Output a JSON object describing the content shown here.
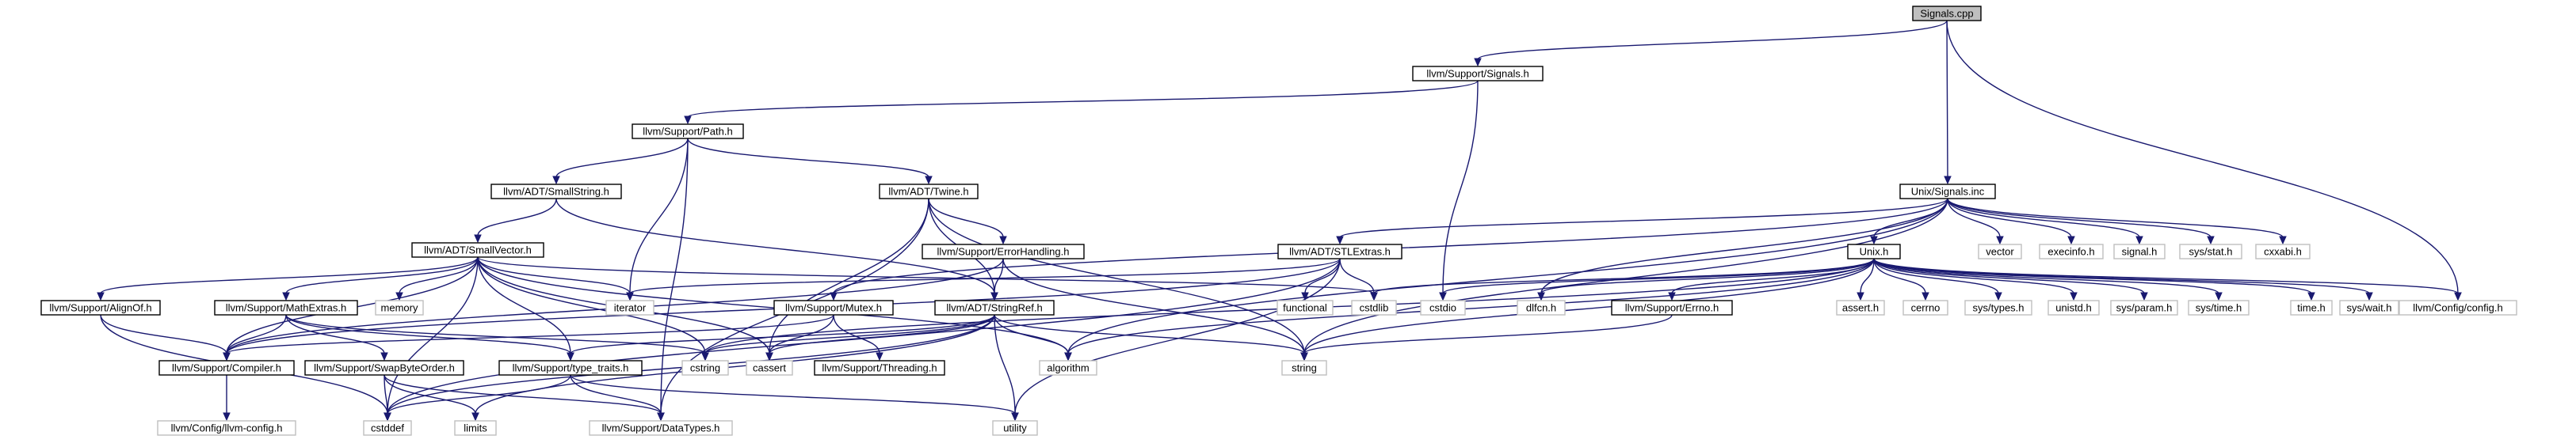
{
  "graph": {
    "root": "Signals.cpp",
    "colors": {
      "edge": "#191970",
      "box_border": "#000000",
      "box_fill": "#ffffff",
      "root_fill": "#bfbfbf",
      "external_border": "#bfbfbf",
      "label": "#000000"
    },
    "nodes": [
      {
        "id": "signals_cpp",
        "label": "Signals.cpp",
        "kind": "root"
      },
      {
        "id": "support_signals_h",
        "label": "llvm/Support/Signals.h",
        "kind": "local"
      },
      {
        "id": "support_path_h",
        "label": "llvm/Support/Path.h",
        "kind": "local"
      },
      {
        "id": "smallstring_h",
        "label": "llvm/ADT/SmallString.h",
        "kind": "local"
      },
      {
        "id": "twine_h",
        "label": "llvm/ADT/Twine.h",
        "kind": "local"
      },
      {
        "id": "smallvector_h",
        "label": "llvm/ADT/SmallVector.h",
        "kind": "local"
      },
      {
        "id": "errorhandling_h",
        "label": "llvm/Support/ErrorHandling.h",
        "kind": "local"
      },
      {
        "id": "unix_signals_inc",
        "label": "Unix/Signals.inc",
        "kind": "local"
      },
      {
        "id": "stlextras_h",
        "label": "llvm/ADT/STLExtras.h",
        "kind": "local"
      },
      {
        "id": "unix_h",
        "label": "Unix.h",
        "kind": "local"
      },
      {
        "id": "alignof_h",
        "label": "llvm/Support/AlignOf.h",
        "kind": "local"
      },
      {
        "id": "mathextras_h",
        "label": "llvm/Support/MathExtras.h",
        "kind": "local"
      },
      {
        "id": "memory",
        "label": "memory",
        "kind": "external"
      },
      {
        "id": "iterator",
        "label": "iterator",
        "kind": "external"
      },
      {
        "id": "mutex_h",
        "label": "llvm/Support/Mutex.h",
        "kind": "local"
      },
      {
        "id": "stringref_h",
        "label": "llvm/ADT/StringRef.h",
        "kind": "local"
      },
      {
        "id": "functional",
        "label": "functional",
        "kind": "external"
      },
      {
        "id": "cstdlib",
        "label": "cstdlib",
        "kind": "external"
      },
      {
        "id": "cstdio",
        "label": "cstdio",
        "kind": "external"
      },
      {
        "id": "dlfcn_h",
        "label": "dlfcn.h",
        "kind": "external"
      },
      {
        "id": "errno_h",
        "label": "llvm/Support/Errno.h",
        "kind": "local"
      },
      {
        "id": "assert_h",
        "label": "assert.h",
        "kind": "external"
      },
      {
        "id": "cerrno",
        "label": "cerrno",
        "kind": "external"
      },
      {
        "id": "sys_types_h",
        "label": "sys/types.h",
        "kind": "external"
      },
      {
        "id": "unistd_h",
        "label": "unistd.h",
        "kind": "external"
      },
      {
        "id": "sys_param_h",
        "label": "sys/param.h",
        "kind": "external"
      },
      {
        "id": "sys_time_h",
        "label": "sys/time.h",
        "kind": "external"
      },
      {
        "id": "time_h",
        "label": "time.h",
        "kind": "external"
      },
      {
        "id": "sys_wait_h",
        "label": "sys/wait.h",
        "kind": "external"
      },
      {
        "id": "llvm_config_config_h",
        "label": "llvm/Config/config.h",
        "kind": "external"
      },
      {
        "id": "vector",
        "label": "vector",
        "kind": "external"
      },
      {
        "id": "execinfo_h",
        "label": "execinfo.h",
        "kind": "external"
      },
      {
        "id": "signal_h",
        "label": "signal.h",
        "kind": "external"
      },
      {
        "id": "sys_stat_h",
        "label": "sys/stat.h",
        "kind": "external"
      },
      {
        "id": "cxxabi_h",
        "label": "cxxabi.h",
        "kind": "external"
      },
      {
        "id": "compiler_h",
        "label": "llvm/Support/Compiler.h",
        "kind": "local"
      },
      {
        "id": "swapbyteorder_h",
        "label": "llvm/Support/SwapByteOrder.h",
        "kind": "local"
      },
      {
        "id": "type_traits_h",
        "label": "llvm/Support/type_traits.h",
        "kind": "local"
      },
      {
        "id": "cstring",
        "label": "cstring",
        "kind": "external"
      },
      {
        "id": "cassert",
        "label": "cassert",
        "kind": "external"
      },
      {
        "id": "threading_h",
        "label": "llvm/Support/Threading.h",
        "kind": "local"
      },
      {
        "id": "algorithm",
        "label": "algorithm",
        "kind": "external"
      },
      {
        "id": "string",
        "label": "string",
        "kind": "external"
      },
      {
        "id": "llvm_config_h",
        "label": "llvm/Config/llvm-config.h",
        "kind": "external"
      },
      {
        "id": "cstddef",
        "label": "cstddef",
        "kind": "external"
      },
      {
        "id": "limits",
        "label": "limits",
        "kind": "external"
      },
      {
        "id": "datatypes_h",
        "label": "llvm/Support/DataTypes.h",
        "kind": "external"
      },
      {
        "id": "utility",
        "label": "utility",
        "kind": "external"
      }
    ],
    "edges": [
      [
        "signals_cpp",
        "support_signals_h"
      ],
      [
        "signals_cpp",
        "unix_signals_inc"
      ],
      [
        "signals_cpp",
        "llvm_config_config_h"
      ],
      [
        "support_signals_h",
        "support_path_h"
      ],
      [
        "support_signals_h",
        "cstdio"
      ],
      [
        "support_path_h",
        "smallstring_h"
      ],
      [
        "support_path_h",
        "twine_h"
      ],
      [
        "support_path_h",
        "iterator"
      ],
      [
        "support_path_h",
        "datatypes_h"
      ],
      [
        "smallstring_h",
        "smallvector_h"
      ],
      [
        "smallstring_h",
        "stringref_h"
      ],
      [
        "twine_h",
        "errorhandling_h"
      ],
      [
        "twine_h",
        "stringref_h"
      ],
      [
        "twine_h",
        "cassert"
      ],
      [
        "twine_h",
        "string"
      ],
      [
        "twine_h",
        "datatypes_h"
      ],
      [
        "smallvector_h",
        "alignof_h"
      ],
      [
        "smallvector_h",
        "mathextras_h"
      ],
      [
        "smallvector_h",
        "memory"
      ],
      [
        "smallvector_h",
        "iterator"
      ],
      [
        "smallvector_h",
        "compiler_h"
      ],
      [
        "smallvector_h",
        "type_traits_h"
      ],
      [
        "smallvector_h",
        "cstring"
      ],
      [
        "smallvector_h",
        "cassert"
      ],
      [
        "smallvector_h",
        "algorithm"
      ],
      [
        "smallvector_h",
        "cstddef"
      ],
      [
        "smallvector_h",
        "cstdlib"
      ],
      [
        "errorhandling_h",
        "compiler_h"
      ],
      [
        "errorhandling_h",
        "stringref_h"
      ],
      [
        "errorhandling_h",
        "string"
      ],
      [
        "unix_signals_inc",
        "unix_h"
      ],
      [
        "unix_signals_inc",
        "stlextras_h"
      ],
      [
        "unix_signals_inc",
        "mutex_h"
      ],
      [
        "unix_signals_inc",
        "algorithm"
      ],
      [
        "unix_signals_inc",
        "string"
      ],
      [
        "unix_signals_inc",
        "vector"
      ],
      [
        "unix_signals_inc",
        "execinfo_h"
      ],
      [
        "unix_signals_inc",
        "signal_h"
      ],
      [
        "unix_signals_inc",
        "sys_stat_h"
      ],
      [
        "unix_signals_inc",
        "cxxabi_h"
      ],
      [
        "unix_signals_inc",
        "dlfcn_h"
      ],
      [
        "stlextras_h",
        "compiler_h"
      ],
      [
        "stlextras_h",
        "functional"
      ],
      [
        "stlextras_h",
        "cstdlib"
      ],
      [
        "stlextras_h",
        "iterator"
      ],
      [
        "stlextras_h",
        "cstddef"
      ],
      [
        "stlextras_h",
        "utility"
      ],
      [
        "unix_h",
        "errno_h"
      ],
      [
        "unix_h",
        "algorithm"
      ],
      [
        "unix_h",
        "assert_h"
      ],
      [
        "unix_h",
        "cerrno"
      ],
      [
        "unix_h",
        "cstdio"
      ],
      [
        "unix_h",
        "cstdlib"
      ],
      [
        "unix_h",
        "cstring"
      ],
      [
        "unix_h",
        "string"
      ],
      [
        "unix_h",
        "sys_types_h"
      ],
      [
        "unix_h",
        "unistd_h"
      ],
      [
        "unix_h",
        "sys_param_h"
      ],
      [
        "unix_h",
        "sys_time_h"
      ],
      [
        "unix_h",
        "time_h"
      ],
      [
        "unix_h",
        "dlfcn_h"
      ],
      [
        "unix_h",
        "sys_wait_h"
      ],
      [
        "unix_h",
        "llvm_config_config_h"
      ],
      [
        "alignof_h",
        "compiler_h"
      ],
      [
        "alignof_h",
        "cstddef"
      ],
      [
        "mathextras_h",
        "compiler_h"
      ],
      [
        "mathextras_h",
        "swapbyteorder_h"
      ],
      [
        "mathextras_h",
        "cstring"
      ],
      [
        "mathextras_h",
        "type_traits_h"
      ],
      [
        "mutex_h",
        "compiler_h"
      ],
      [
        "mutex_h",
        "threading_h"
      ],
      [
        "mutex_h",
        "cassert"
      ],
      [
        "stringref_h",
        "type_traits_h"
      ],
      [
        "stringref_h",
        "algorithm"
      ],
      [
        "stringref_h",
        "cassert"
      ],
      [
        "stringref_h",
        "cstring"
      ],
      [
        "stringref_h",
        "limits"
      ],
      [
        "stringref_h",
        "string"
      ],
      [
        "stringref_h",
        "utility"
      ],
      [
        "stringref_h",
        "cstddef"
      ],
      [
        "errno_h",
        "string"
      ],
      [
        "compiler_h",
        "llvm_config_h"
      ],
      [
        "swapbyteorder_h",
        "cstddef"
      ],
      [
        "swapbyteorder_h",
        "datatypes_h"
      ],
      [
        "swapbyteorder_h",
        "limits"
      ],
      [
        "type_traits_h",
        "cstddef"
      ],
      [
        "type_traits_h",
        "datatypes_h"
      ],
      [
        "type_traits_h",
        "utility"
      ]
    ]
  }
}
